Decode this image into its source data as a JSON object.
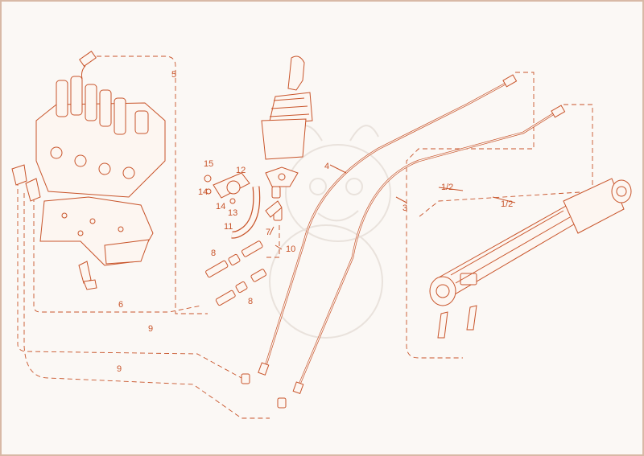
{
  "diagram": {
    "labels": {
      "l5": "5",
      "l4": "4",
      "l3": "3",
      "l12a": "1/2",
      "l12b": "1/2",
      "l15": "15",
      "l12": "12",
      "l14a": "14",
      "l14b": "14",
      "l13": "13",
      "l11": "11",
      "l7": "7",
      "l10": "10",
      "l8a": "8",
      "l8b": "8",
      "l6": "6",
      "l9a": "9",
      "l9b": "9"
    },
    "colors": {
      "line": "#c8542a",
      "background": "#fbf8f5",
      "border": "#d8b9a6",
      "watermark": "#e9e2dc"
    },
    "icons": [
      "control-valve-block",
      "joystick-icon",
      "hydraulic-cylinder",
      "hose-fitting",
      "bracket-clamp",
      "bent-pipe"
    ]
  }
}
